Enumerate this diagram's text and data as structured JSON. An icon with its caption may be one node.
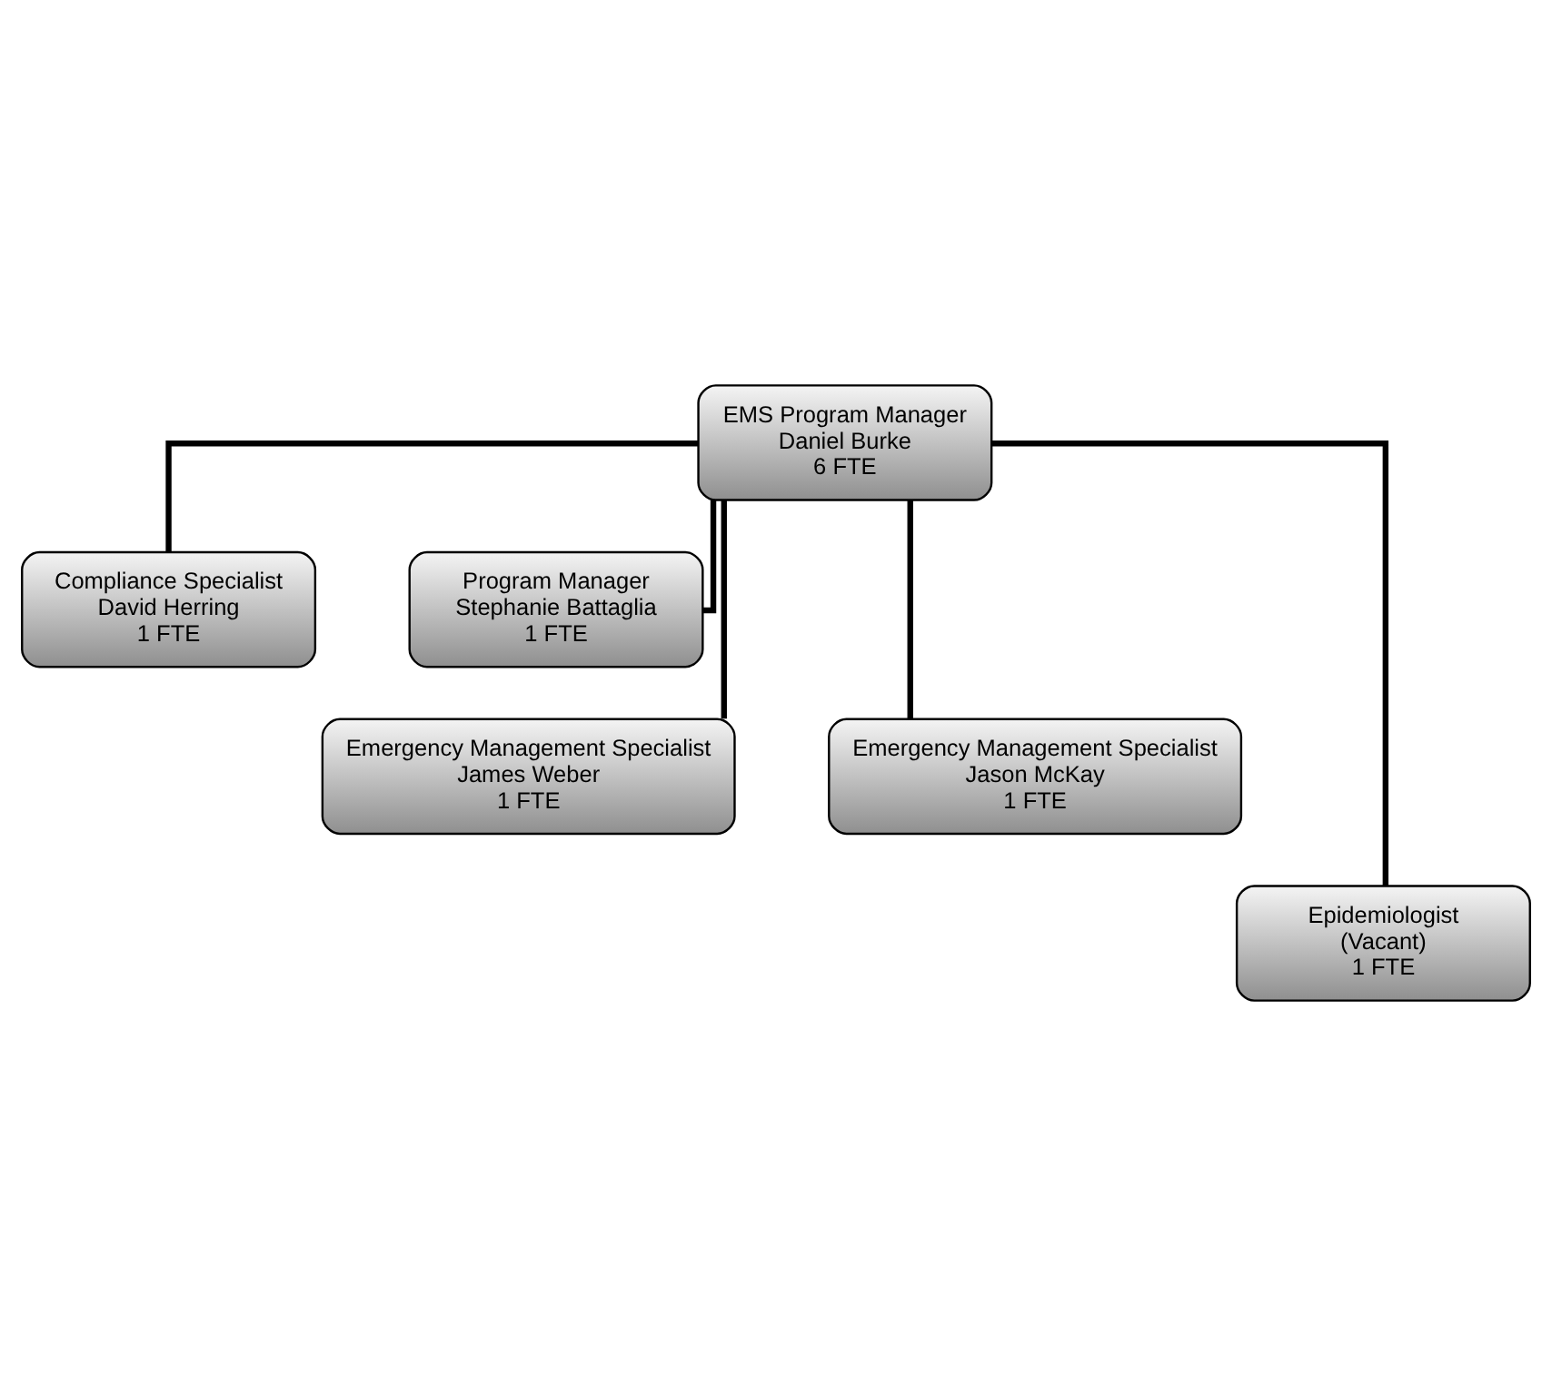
{
  "diagram": {
    "nodes": [
      {
        "text": [
          "EMS Program Manager",
          "Daniel Burke",
          "6 FTE"
        ]
      },
      {
        "text": [
          "Compliance Specialist",
          "David Herring",
          "1 FTE"
        ]
      },
      {
        "text": [
          "Program Manager",
          "Stephanie Battaglia",
          "1 FTE"
        ]
      },
      {
        "text": [
          "Emergency Management Specialist",
          "James Weber",
          "1 FTE"
        ]
      },
      {
        "text": [
          "Emergency Management Specialist",
          "Jason McKay",
          "1 FTE"
        ]
      },
      {
        "text": [
          "Epidemiologist",
          "(Vacant)",
          "1 FTE"
        ]
      }
    ],
    "edges": [
      {
        "from": 0,
        "to": 1,
        "arrow": "none"
      },
      {
        "from": 0,
        "to": 2,
        "arrow": "none"
      },
      {
        "from": 0,
        "to": 3,
        "arrow": "none"
      },
      {
        "from": 0,
        "to": 4,
        "arrow": "none"
      },
      {
        "from": 0,
        "to": 5,
        "arrow": "none"
      }
    ]
  }
}
